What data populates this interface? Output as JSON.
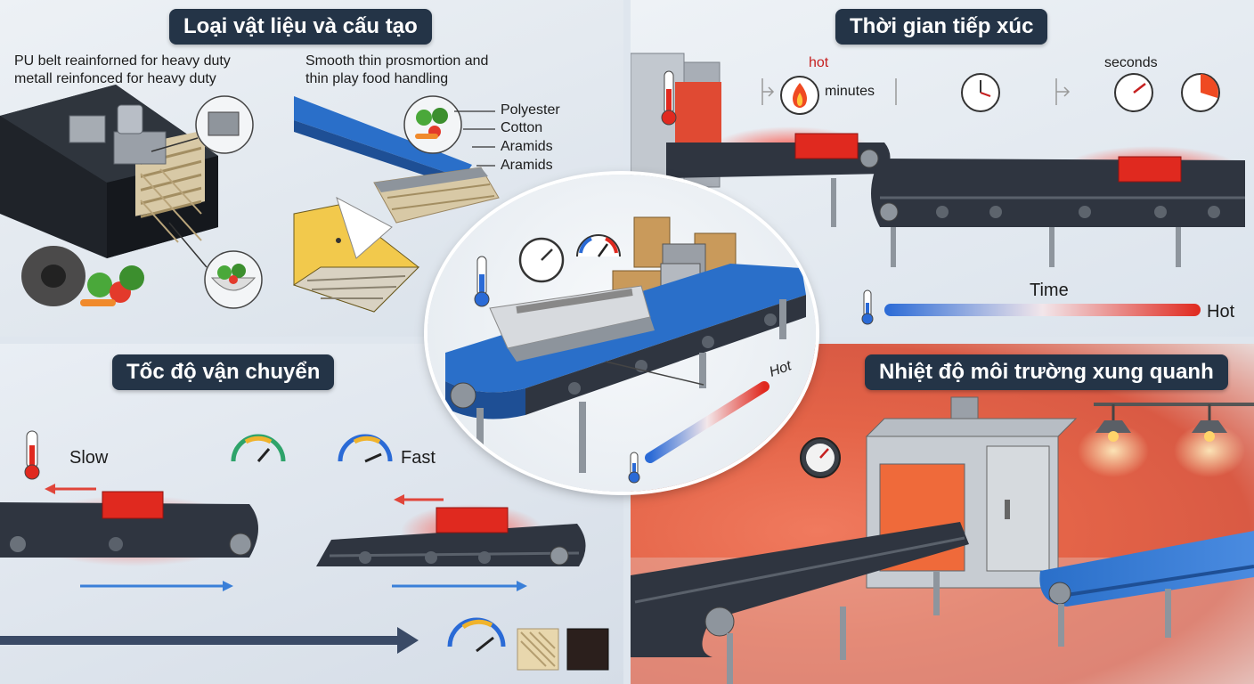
{
  "panels": {
    "materials": {
      "title": "Loại vật liệu và cấu tạo",
      "caption_line1": "PU belt reainforned for heavy duty",
      "caption_line2": "metall reinfonced for heavy duty",
      "caption_right_line1": "Smooth thin prosmortion and",
      "caption_right_line2": "thin play food handling",
      "layers": [
        "Polyester",
        "Cotton",
        "Aramids",
        "Aramids"
      ]
    },
    "contact_time": {
      "title": "Thời gian tiếp xúc",
      "hot_label": "hot",
      "minutes_label": "minutes",
      "seconds_label": "seconds",
      "time_label": "Time",
      "hot_end_label": "Hot"
    },
    "speed": {
      "title": "Tốc độ vận chuyển",
      "slow_label": "Slow",
      "fast_label": "Fast"
    },
    "ambient": {
      "title": "Nhiệt độ môi trường xung quanh"
    },
    "center": {
      "hot_label": "Hot"
    }
  },
  "icons": {
    "thermometer": "thermometer-icon",
    "gauge": "gauge-icon",
    "clock": "clock-icon",
    "flame": "flame-icon",
    "lamp": "lamp-icon"
  },
  "colors": {
    "title_bg": "#243447",
    "belt_blue": "#2a6fc9",
    "belt_dark": "#2f3540",
    "hot_red": "#e0291f",
    "cold_blue": "#2a6ad6"
  }
}
